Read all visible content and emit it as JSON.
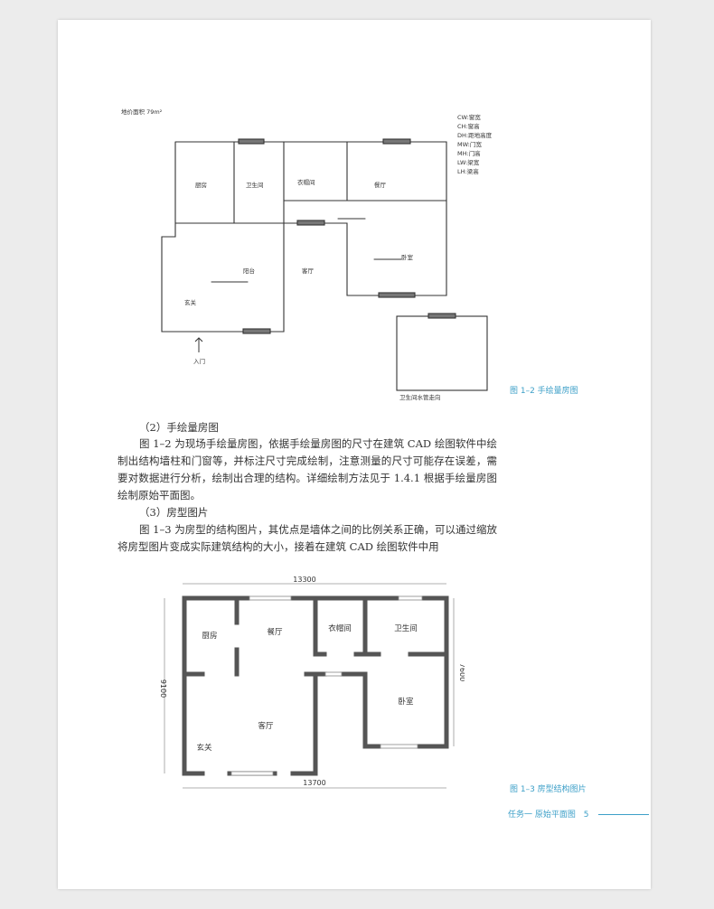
{
  "figure_1_2": {
    "caption": "图 1–2   手绘量房图",
    "sketch": {
      "area_note": "地价面积 79m²",
      "legend": [
        "CW:窗宽",
        "CH:窗高",
        "DH:距地高度",
        "MW:门宽",
        "MH:门高",
        "LW:梁宽",
        "LH:梁高"
      ],
      "rooms": [
        "厨房",
        "卫生间",
        "衣帽间",
        "餐厅",
        "卧室",
        "阳台",
        "客厅",
        "玄关"
      ],
      "entry_label": "入门",
      "bottom_note": "卫生间水管走向"
    }
  },
  "section_2": {
    "heading": "（2）手绘量房图",
    "paragraph": "图 1–2 为现场手绘量房图，依据手绘量房图的尺寸在建筑 CAD 绘图软件中绘制出结构墙柱和门窗等，并标注尺寸完成绘制，注意测量的尺寸可能存在误差，需要对数据进行分析，绘制出合理的结构。详细绘制方法见于 1.4.1 根据手绘量房图绘制原始平面图。"
  },
  "section_3": {
    "heading": "（3）房型图片",
    "paragraph": "图 1–3 为房型的结构图片，其优点是墙体之间的比例关系正确，可以通过缩放将房型图片变成实际建筑结构的大小，接着在建筑 CAD 绘图软件中用"
  },
  "figure_1_3": {
    "caption": "图 1–3   房型结构图片",
    "dim_top": "13300",
    "dim_bottom": "13700",
    "dim_left": "9100",
    "dim_right": "7600",
    "rooms": {
      "kitchen": "厨房",
      "dining": "餐厅",
      "closet": "衣帽间",
      "bathroom": "卫生间",
      "bedroom": "卧室",
      "living": "客厅",
      "foyer": "玄关"
    }
  },
  "footer": {
    "text": "任务一   原始平面图",
    "page_number": "5"
  }
}
